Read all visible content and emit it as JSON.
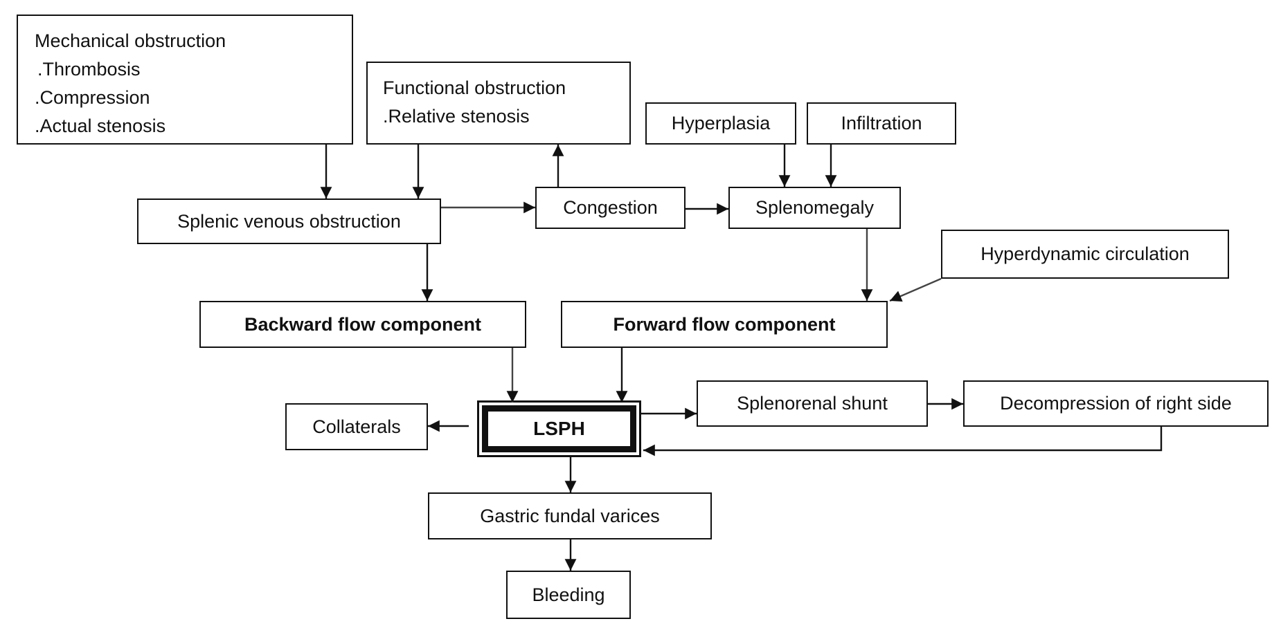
{
  "diagram": {
    "nodes": {
      "mechanical": {
        "title": "Mechanical obstruction",
        "items": [
          ".Thrombosis",
          ".Compression",
          ".Actual stenosis"
        ]
      },
      "functional": {
        "title": "Functional obstruction",
        "items": [
          ".Relative stenosis"
        ]
      },
      "hyperplasia": {
        "label": "Hyperplasia"
      },
      "infiltration": {
        "label": "Infiltration"
      },
      "splenic_venous": {
        "label": "Splenic venous obstruction"
      },
      "congestion": {
        "label": "Congestion"
      },
      "splenomegaly": {
        "label": "Splenomegaly"
      },
      "hyperdynamic": {
        "label": "Hyperdynamic circulation"
      },
      "backward": {
        "label": "Backward flow component"
      },
      "forward": {
        "label": "Forward flow component"
      },
      "lsph": {
        "label": "LSPH"
      },
      "collaterals": {
        "label": "Collaterals"
      },
      "splenorenal": {
        "label": "Splenorenal shunt"
      },
      "decompression": {
        "label": "Decompression of right side"
      },
      "gastric": {
        "label": "Gastric fundal varices"
      },
      "bleeding": {
        "label": "Bleeding"
      }
    },
    "edges": [
      [
        "mechanical",
        "splenic_venous"
      ],
      [
        "functional",
        "splenic_venous"
      ],
      [
        "splenic_venous",
        "congestion"
      ],
      [
        "congestion",
        "functional"
      ],
      [
        "congestion",
        "splenomegaly"
      ],
      [
        "hyperplasia",
        "splenomegaly"
      ],
      [
        "infiltration",
        "splenomegaly"
      ],
      [
        "splenic_venous",
        "backward"
      ],
      [
        "splenomegaly",
        "forward"
      ],
      [
        "hyperdynamic",
        "forward"
      ],
      [
        "backward",
        "lsph"
      ],
      [
        "forward",
        "lsph"
      ],
      [
        "lsph",
        "collaterals"
      ],
      [
        "lsph",
        "splenorenal"
      ],
      [
        "splenorenal",
        "decompression"
      ],
      [
        "decompression",
        "lsph"
      ],
      [
        "lsph",
        "gastric"
      ],
      [
        "gastric",
        "bleeding"
      ]
    ]
  }
}
